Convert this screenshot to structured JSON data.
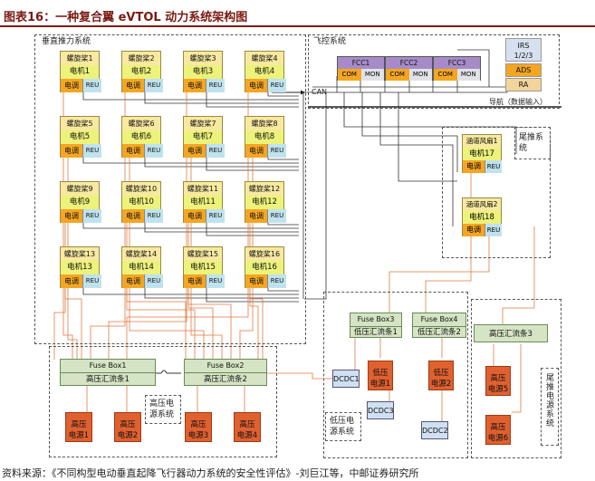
{
  "figure_title": "图表16：一种复合翼 eVTOL 动力系统架构图",
  "systems": {
    "vertical": "垂直推力系统",
    "flight_control": "飞控系统",
    "tail": "尾推系统",
    "hv_power": "高压电源系统",
    "lv_power": "低压电源系统",
    "tail_power": "尾推电源系统"
  },
  "rotor_units": [
    {
      "prop": "螺旋桨1",
      "motor": "电机1",
      "esc": "电调",
      "reu": "REU"
    },
    {
      "prop": "螺旋桨2",
      "motor": "电机2",
      "esc": "电调",
      "reu": "REU"
    },
    {
      "prop": "螺旋桨3",
      "motor": "电机3",
      "esc": "电调",
      "reu": "REU"
    },
    {
      "prop": "螺旋桨4",
      "motor": "电机4",
      "esc": "电调",
      "reu": "REU"
    },
    {
      "prop": "螺旋桨5",
      "motor": "电机5",
      "esc": "电调",
      "reu": "REU"
    },
    {
      "prop": "螺旋桨6",
      "motor": "电机6",
      "esc": "电调",
      "reu": "REU"
    },
    {
      "prop": "螺旋桨7",
      "motor": "电机7",
      "esc": "电调",
      "reu": "REU"
    },
    {
      "prop": "螺旋桨8",
      "motor": "电机8",
      "esc": "电调",
      "reu": "REU"
    },
    {
      "prop": "螺旋桨9",
      "motor": "电机9",
      "esc": "电调",
      "reu": "REU"
    },
    {
      "prop": "螺旋桨10",
      "motor": "电机10",
      "esc": "电调",
      "reu": "REU"
    },
    {
      "prop": "螺旋桨11",
      "motor": "电机11",
      "esc": "电调",
      "reu": "REU"
    },
    {
      "prop": "螺旋桨12",
      "motor": "电机12",
      "esc": "电调",
      "reu": "REU"
    },
    {
      "prop": "螺旋桨13",
      "motor": "电机13",
      "esc": "电调",
      "reu": "REU"
    },
    {
      "prop": "螺旋桨14",
      "motor": "电机14",
      "esc": "电调",
      "reu": "REU"
    },
    {
      "prop": "螺旋桨15",
      "motor": "电机15",
      "esc": "电调",
      "reu": "REU"
    },
    {
      "prop": "螺旋桨16",
      "motor": "电机16",
      "esc": "电调",
      "reu": "REU"
    }
  ],
  "fcc": [
    {
      "name": "FCC1",
      "com": "COM",
      "mon": "MON"
    },
    {
      "name": "FCC2",
      "com": "COM",
      "mon": "MON"
    },
    {
      "name": "FCC3",
      "com": "COM",
      "mon": "MON"
    }
  ],
  "sensors": {
    "irs": "IRS\n1/2/3",
    "ads": "ADS",
    "ra": "RA"
  },
  "nav_label": "导航（数据输入）",
  "can_label": "CAN",
  "tail_fans": [
    {
      "prop": "涵道风扇1",
      "motor": "电机17",
      "esc": "电调",
      "reu": "REU"
    },
    {
      "prop": "涵道风扇2",
      "motor": "电机18",
      "esc": "电调",
      "reu": "REU"
    }
  ],
  "hv_buses": [
    {
      "box": "Fuse Box1",
      "bus": "高压汇流条1"
    },
    {
      "box": "Fuse Box2",
      "bus": "高压汇流条2"
    }
  ],
  "lv_buses": [
    {
      "box": "Fuse Box3",
      "bus": "低压汇流条1"
    },
    {
      "box": "Fuse Box4",
      "bus": "低压汇流条2"
    }
  ],
  "tail_bus": "高压汇流条3",
  "hv_batteries": [
    {
      "line1": "高压",
      "line2": "电源1"
    },
    {
      "line1": "高压",
      "line2": "电源2"
    },
    {
      "line1": "高压",
      "line2": "电源3"
    },
    {
      "line1": "高压",
      "line2": "电源4"
    }
  ],
  "lv_batteries": [
    {
      "line1": "低压",
      "line2": "电源1"
    },
    {
      "line1": "低压",
      "line2": "电源2"
    }
  ],
  "tail_batteries": [
    {
      "line1": "高压",
      "line2": "电源5"
    },
    {
      "line1": "高压",
      "line2": "电源6"
    }
  ],
  "dcdc": [
    "DCDC1",
    "DCDC3",
    "DCDC2"
  ],
  "source": "资料来源：《不同构型电动垂直起降飞行器动力系统的安全性评估》-刘巨江等，中邮证券研究所"
}
